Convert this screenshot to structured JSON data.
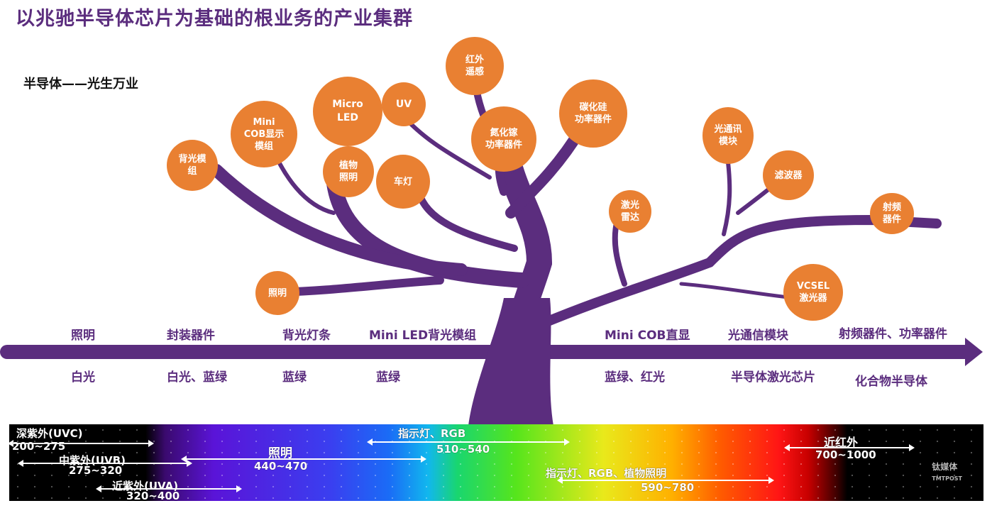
{
  "title": "以兆驰半导体芯片为基础的根业务的产业集群",
  "subtitle": "半导体——光生万业",
  "bubbles": {
    "led_backlight_module": "背光模\n组",
    "mini_cob": "Mini\nCOB显示\n模组",
    "micro_led": "Micro\nLED",
    "uv": "UV",
    "ir_sensing": "红外\n遥感",
    "plant_lighting": "植物\n照明",
    "car_light": "车灯",
    "gan_power": "氮化镓\n功率器件",
    "sic_power": "碳化硅\n功率器件",
    "lighting": "照明",
    "optical_module": "光通讯\n模块",
    "filter": "滤波器",
    "lidar": "激光\n雷达",
    "rf_device": "射频\n器件",
    "vcsel": "VCSEL\n激光器"
  },
  "top_labels": [
    "照明",
    "封装器件",
    "背光灯条",
    "Mini LED背光模组",
    "Mini COB直显",
    "光通信模块",
    "射频器件、功率器件"
  ],
  "bottom_labels": [
    "白光",
    "白光、蓝绿",
    "蓝绿",
    "蓝绿",
    "蓝绿、红光",
    "半导体激光芯片",
    "化合物半导体"
  ],
  "spectrum": {
    "uvc": "深紫外(UVC)",
    "uvc_range": "200~275",
    "uvb": "中紫外(UVB)",
    "uvb_range": "275~320",
    "uva": "近紫外(UVA)",
    "uva_range": "320~400",
    "lighting": "照明",
    "lighting_range": "440~470",
    "indicator_rgb": "指示灯、RGB",
    "indicator_range": "510~540",
    "indicator_rgb_plant": "指示灯、RGB、植物照明",
    "indicator_plant_range": "590~780",
    "nir": "近红外",
    "nir_range": "700~1000"
  },
  "watermark": {
    "cn": "钛媒体",
    "en": "TMTPOST"
  },
  "colors": {
    "accent": "#5b2d7e",
    "bubble": "#e98032"
  }
}
